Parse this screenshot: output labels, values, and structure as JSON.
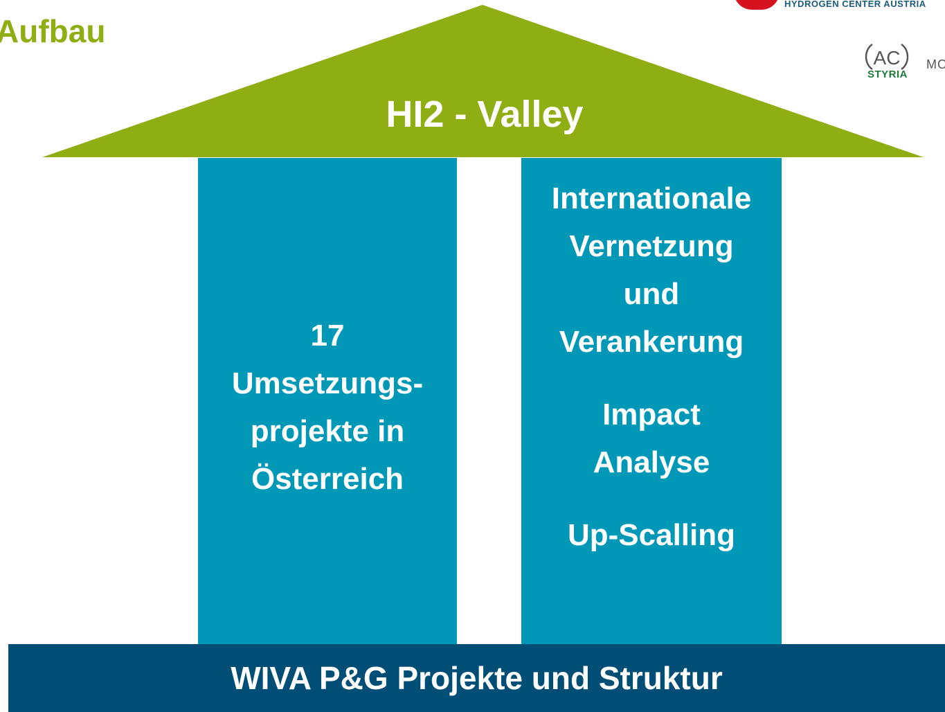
{
  "slide": {
    "title": "Aufbau"
  },
  "logos": {
    "top_right_caption": "HYDROGEN CENTER AUSTRIA",
    "ac_mark": "AC",
    "ac_word": "STYRIA",
    "ac_side_text": "MO"
  },
  "house": {
    "roof_label": "HI2 - Valley",
    "left_pillar": {
      "line1": "17",
      "line2": "Umsetzungs-",
      "line3": "projekte in",
      "line4": "Österreich"
    },
    "right_pillar": {
      "item1_line1": "Internationale",
      "item1_line2": "Vernetzung",
      "item1_line3": "und",
      "item1_line4": "Verankerung",
      "item2_line1": "Impact",
      "item2_line2": "Analyse",
      "item3_line1": "Up-Scalling"
    },
    "foundation_label": "WIVA P&G Projekte und Struktur"
  },
  "colors": {
    "title_green": "#8fae14",
    "roof_green": "#8fae14",
    "pillar_teal": "#0198b8",
    "foundation_navy": "#004e76",
    "hca_red": "#d6121f",
    "styria_green": "#1f7a3a"
  }
}
